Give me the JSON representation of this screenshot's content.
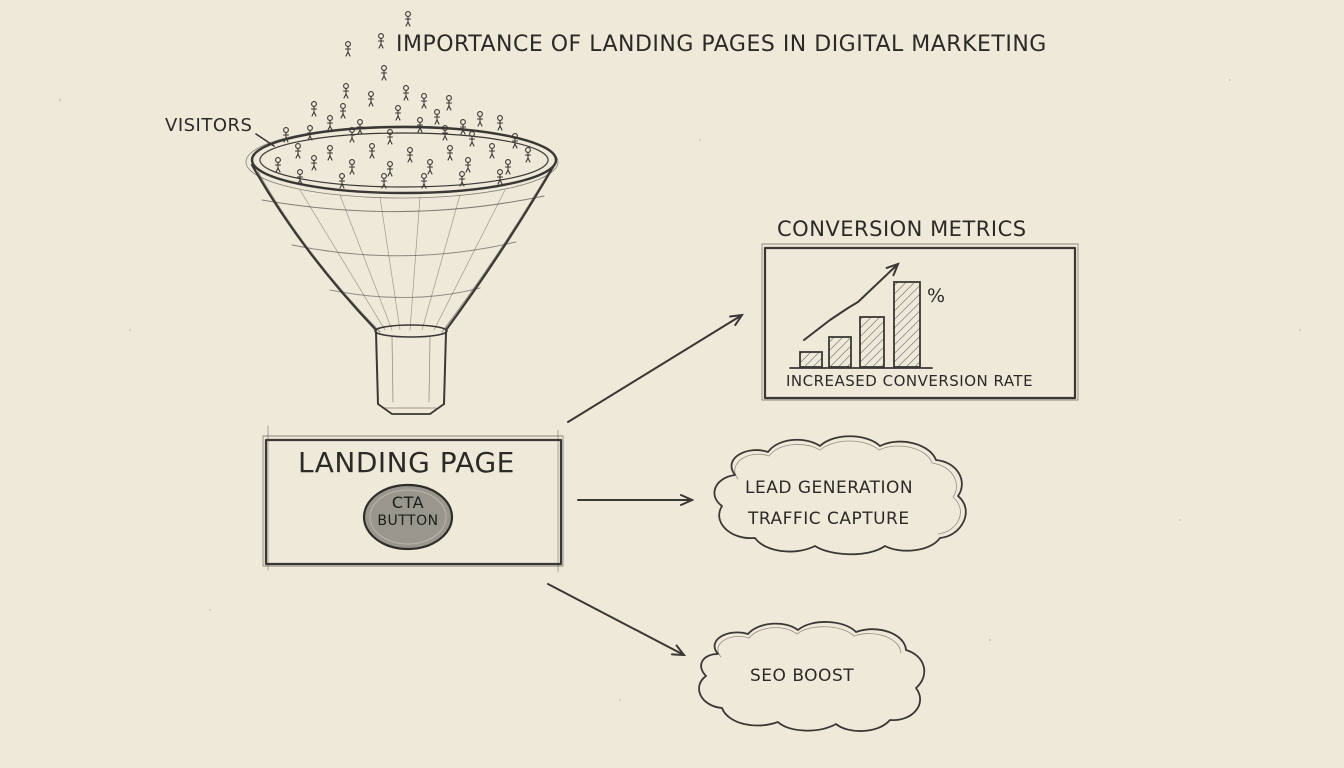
{
  "title": "IMPORTANCE OF LANDING PAGES IN DIGITAL MARKETING",
  "funnel": {
    "visitors_label": "VISITORS"
  },
  "landing_page": {
    "label": "LANDING PAGE",
    "cta_line1": "CTA",
    "cta_line2": "BUTTON"
  },
  "conversion": {
    "title": "CONVERSION METRICS",
    "caption": "INCREASED CONVERSION RATE",
    "percent_symbol": "%"
  },
  "lead_cloud": {
    "line1": "LEAD GENERATION",
    "line2": "TRAFFIC CAPTURE"
  },
  "seo_cloud": {
    "label": "SEO BOOST"
  },
  "colors": {
    "paper": "#efe9da",
    "ink": "#2b2a27",
    "cta_fill": "#8a8780"
  }
}
